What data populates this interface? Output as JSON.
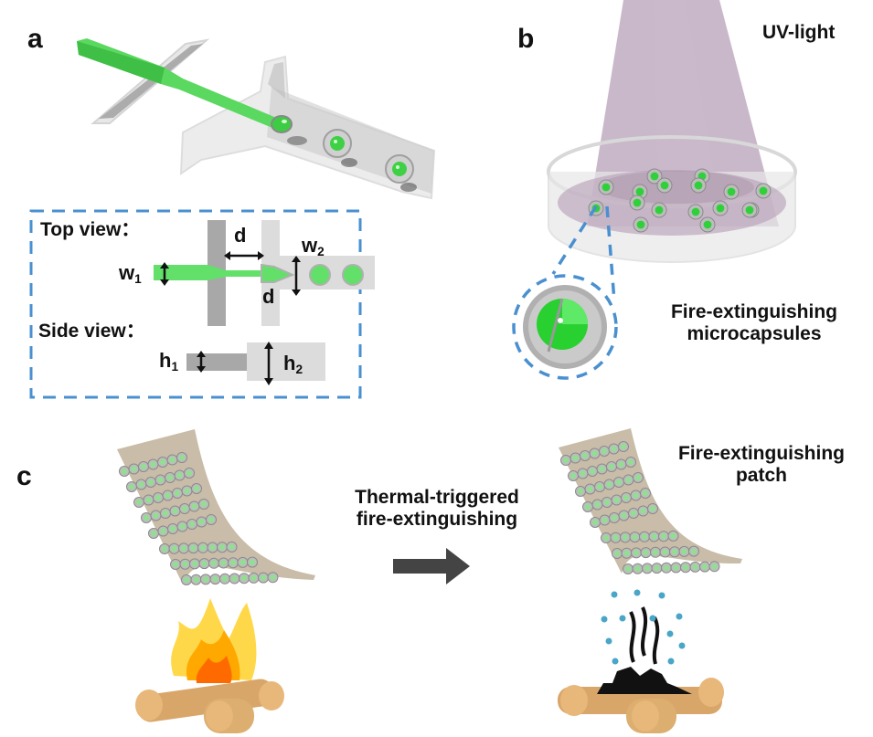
{
  "panels": {
    "a": {
      "label": "a",
      "top_view_label": "Top view：",
      "side_view_label": "Side view：",
      "dimensions": {
        "d_top": "d",
        "d_bottom": "d",
        "w1": "w",
        "w1_sub": "1",
        "w2": "w",
        "w2_sub": "2",
        "h1": "h",
        "h1_sub": "1",
        "h2": "h",
        "h2_sub": "2"
      }
    },
    "b": {
      "label": "b",
      "uv_label": "UV-light",
      "capsule_label_line1": "Fire-extinguishing",
      "capsule_label_line2": "microcapsules"
    },
    "c": {
      "label": "c",
      "arrow_label_line1": "Thermal-triggered",
      "arrow_label_line2": "fire-extinguishing",
      "patch_label_line1": "Fire-extinguishing",
      "patch_label_line2": "patch"
    }
  },
  "colors": {
    "green": "#5fe06a",
    "dash_blue": "#4a90d0",
    "uv_purple": "#b9a2b9",
    "patch": "#c9bca8",
    "wood": "#dcae70",
    "flame_yellow": "#ffd84a",
    "flame_orange": "#ffa800",
    "flame_red": "#ff6a00",
    "droplet": "#4aa6c8",
    "arrow": "#444444"
  }
}
